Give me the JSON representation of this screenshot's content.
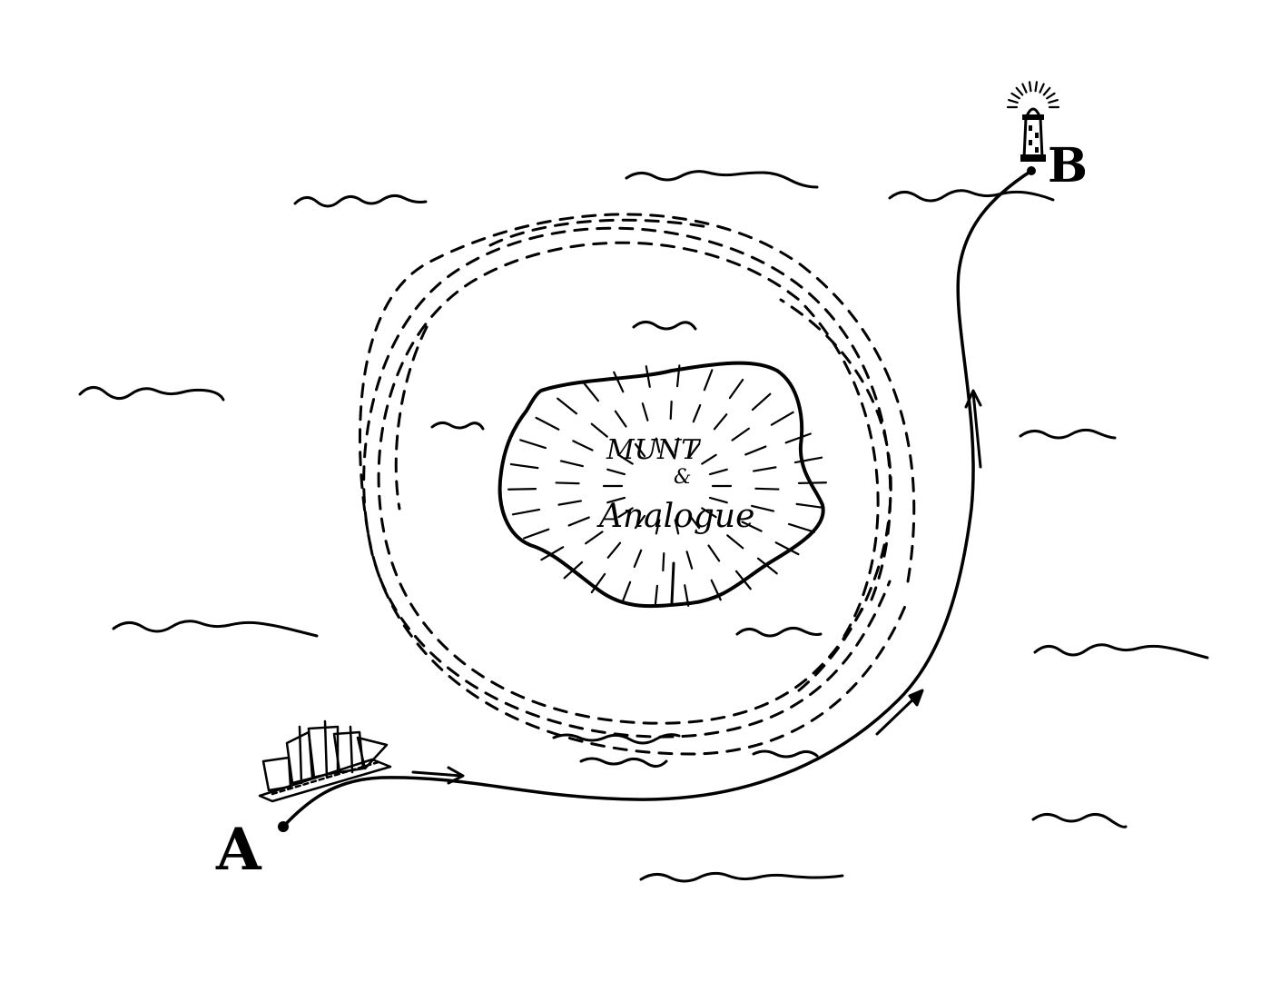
{
  "diagram": {
    "point_start": "A",
    "point_end": "B",
    "island_label_line1": "MUNT",
    "island_label_line2": "&",
    "island_label_line3": "Analogue",
    "ink_color": "#000000",
    "paper_color": "#ffffff",
    "icons": [
      "ship-icon",
      "lighthouse-icon",
      "wave-icon",
      "arrow-icon"
    ]
  }
}
